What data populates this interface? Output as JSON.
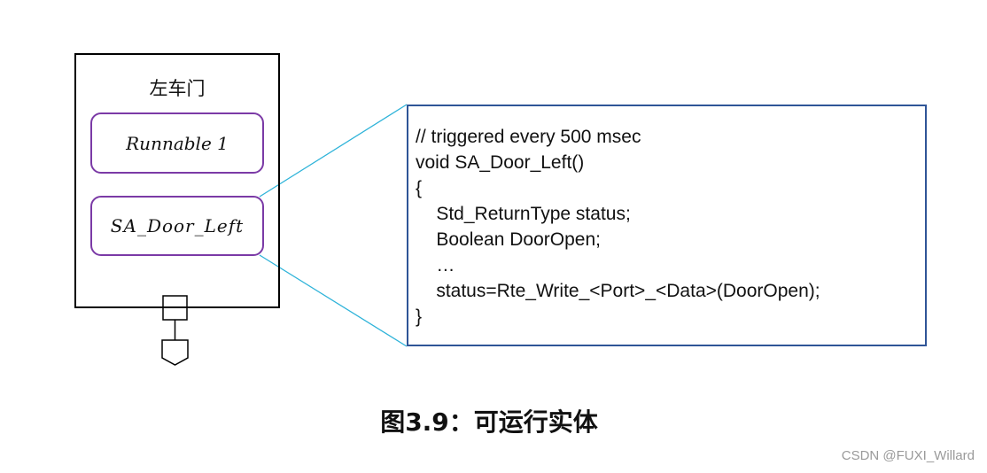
{
  "component": {
    "title": "左车门",
    "runnables": [
      "Runnable 1",
      "SA_Door_Left"
    ]
  },
  "code": {
    "lines": [
      "// triggered every 500 msec",
      "void SA_Door_Left()",
      "{",
      "    Std_ReturnType status;",
      "    Boolean DoorOpen;",
      "    …",
      "    status=Rte_Write_<Port>_<Data>(DoorOpen);",
      "}"
    ]
  },
  "caption": "图3.9：可运行实体",
  "watermark": "CSDN @FUXI_Willard",
  "colors": {
    "runnable_border": "#7b3aa6",
    "code_border": "#2f5597",
    "connector": "#2eb3d9"
  }
}
